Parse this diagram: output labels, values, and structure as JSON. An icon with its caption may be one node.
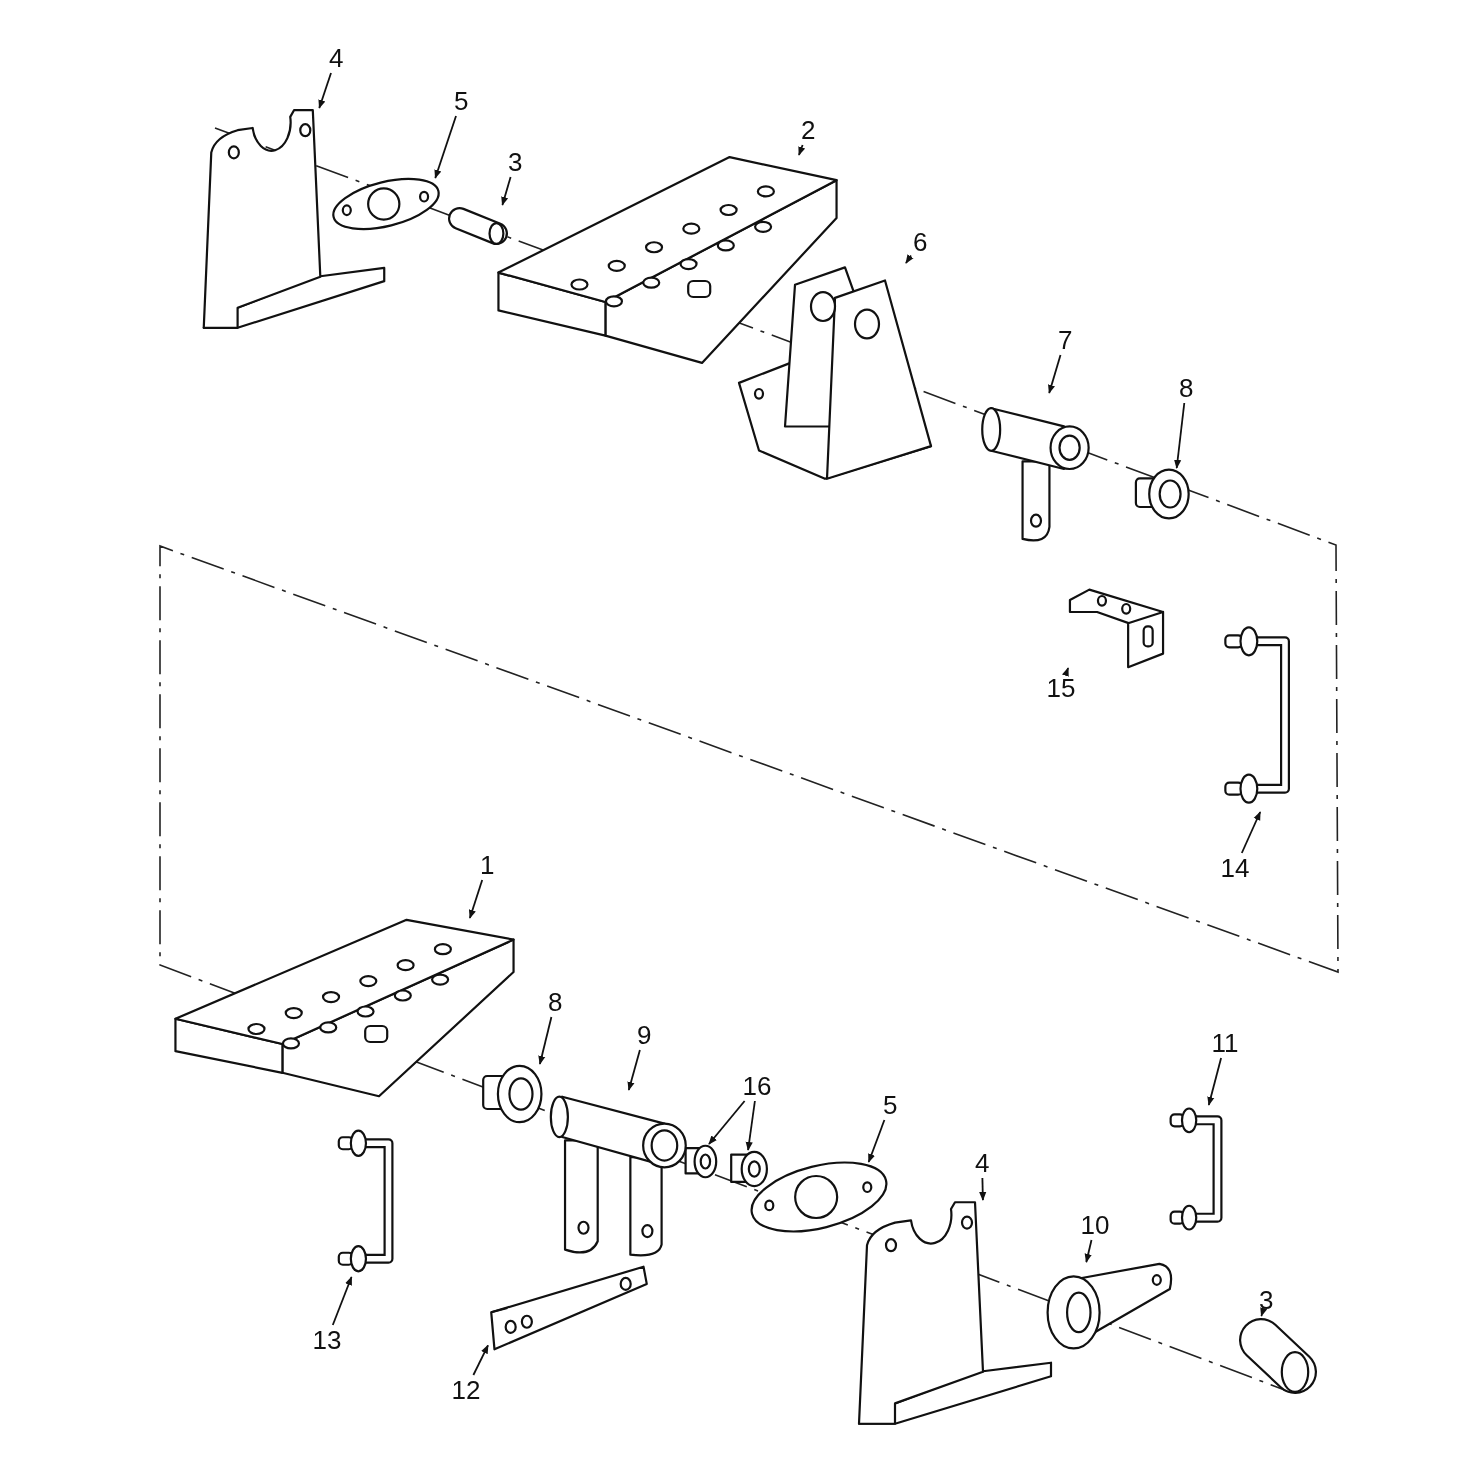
{
  "diagram": {
    "nodes": [
      {
        "text": [
          "4"
        ]
      },
      {
        "text": [
          "5"
        ]
      },
      {
        "text": [
          "3"
        ]
      },
      {
        "text": [
          "2"
        ]
      },
      {
        "text": [
          "6"
        ]
      },
      {
        "text": [
          "7"
        ]
      },
      {
        "text": [
          "8"
        ]
      },
      {
        "text": [
          "15"
        ]
      },
      {
        "text": [
          "14"
        ]
      },
      {
        "text": [
          "1"
        ]
      },
      {
        "text": [
          "8"
        ]
      },
      {
        "text": [
          "9"
        ]
      },
      {
        "text": [
          "16"
        ]
      },
      {
        "text": [
          "5"
        ]
      },
      {
        "text": [
          "4"
        ]
      },
      {
        "text": [
          "11"
        ]
      },
      {
        "text": [
          "10"
        ]
      },
      {
        "text": [
          "3"
        ]
      },
      {
        "text": [
          "13"
        ]
      },
      {
        "text": [
          "12"
        ]
      },
      {
        "text": [],
        "shape": "picture"
      },
      {
        "text": [],
        "shape": "picture"
      },
      {
        "text": [],
        "shape": "picture"
      },
      {
        "text": [],
        "shape": "picture"
      },
      {
        "text": [],
        "shape": "picture"
      },
      {
        "text": [],
        "shape": "picture"
      },
      {
        "text": [],
        "shape": "picture"
      },
      {
        "text": [],
        "shape": "picture"
      },
      {
        "text": [],
        "shape": "picture"
      },
      {
        "text": [],
        "shape": "picture"
      },
      {
        "text": [],
        "shape": "picture"
      },
      {
        "text": [],
        "shape": "picture"
      },
      {
        "text": [],
        "shape": "picture"
      },
      {
        "text": [],
        "shape": "picture"
      },
      {
        "text": [],
        "shape": "picture"
      },
      {
        "text": [],
        "shape": "picture"
      },
      {
        "text": [],
        "shape": "picture"
      },
      {
        "text": [],
        "shape": "picture"
      },
      {
        "text": [],
        "shape": "picture"
      },
      {
        "text": [],
        "shape": "picture"
      },
      {
        "text": [],
        "shape": "picture"
      }
    ],
    "edges": [
      {
        "from": 0,
        "to": 20,
        "arrow": "to"
      },
      {
        "from": 1,
        "to": 21,
        "arrow": "to"
      },
      {
        "from": 2,
        "to": 22,
        "arrow": "to"
      },
      {
        "from": 3,
        "to": 23,
        "arrow": "to"
      },
      {
        "from": 4,
        "to": 24,
        "arrow": "to"
      },
      {
        "from": 5,
        "to": 25,
        "arrow": "to"
      },
      {
        "from": 6,
        "to": 26,
        "arrow": "to"
      },
      {
        "from": 7,
        "to": 27,
        "arrow": "to"
      },
      {
        "from": 8,
        "to": 28,
        "arrow": "to"
      },
      {
        "from": 9,
        "to": 29,
        "arrow": "to"
      },
      {
        "from": 10,
        "to": 30,
        "arrow": "to"
      },
      {
        "from": 11,
        "to": 31,
        "arrow": "to"
      },
      {
        "from": 12,
        "to": 32,
        "arrow": "to"
      },
      {
        "from": 12,
        "to": 33,
        "arrow": "to"
      },
      {
        "from": 13,
        "to": 34,
        "arrow": "to"
      },
      {
        "from": 14,
        "to": 35,
        "arrow": "to"
      },
      {
        "from": 15,
        "to": 36,
        "arrow": "to"
      },
      {
        "from": 16,
        "to": 37,
        "arrow": "to"
      },
      {
        "from": 17,
        "to": 38,
        "arrow": "to"
      },
      {
        "from": 18,
        "to": 39,
        "arrow": "to"
      },
      {
        "from": 19,
        "to": 40,
        "arrow": "to"
      }
    ]
  }
}
